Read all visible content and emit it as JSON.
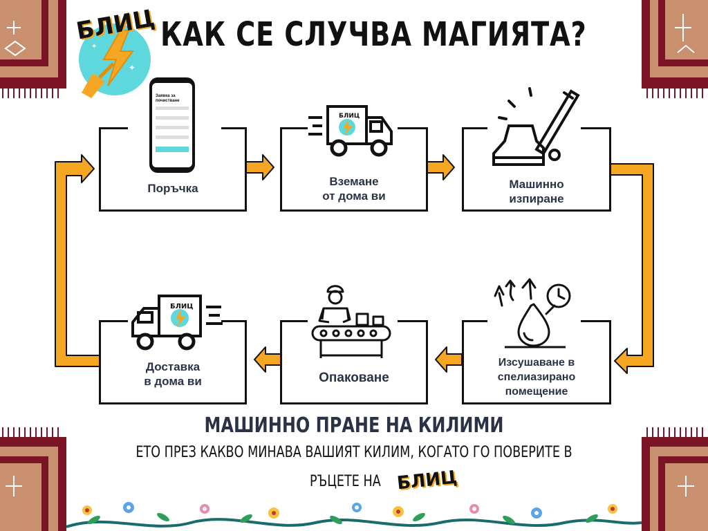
{
  "brand": {
    "logo_text": "БЛИЦ"
  },
  "title": "КАК СЕ СЛУЧВА МАГИЯТА?",
  "steps": [
    {
      "label_line1": "Поръчка",
      "label_line2": ""
    },
    {
      "label_line1": "Вземане",
      "label_line2": "от дома ви"
    },
    {
      "label_line1": "Машинно",
      "label_line2": "изпиране"
    },
    {
      "label_line1": "Изсушаване в",
      "label_line2": "спелиазирано",
      "label_line3": "помещение"
    },
    {
      "label_line1": "Опаковане",
      "label_line2": ""
    },
    {
      "label_line1": "Доставка",
      "label_line2": "в дома ви"
    }
  ],
  "phone_form": {
    "title_line1": "Заявка за",
    "title_line2": "почистване"
  },
  "footer": {
    "headline": "МАШИННО ПРАНЕ НА КИЛИМИ",
    "line1": "ЕТО ПРЕЗ КАКВО МИНАВА ВАШИЯТ КИЛИМ, КОГАТО ГО ПОВЕРИТЕ В",
    "line2": "РЪЦЕТЕ НА"
  },
  "colors": {
    "arrow": "#F5A623",
    "carpet_maroon": "#7A1424",
    "carpet_tan": "#C8906E",
    "logo_cyan": "#5ED8DC",
    "text_navy": "#2A3346"
  }
}
